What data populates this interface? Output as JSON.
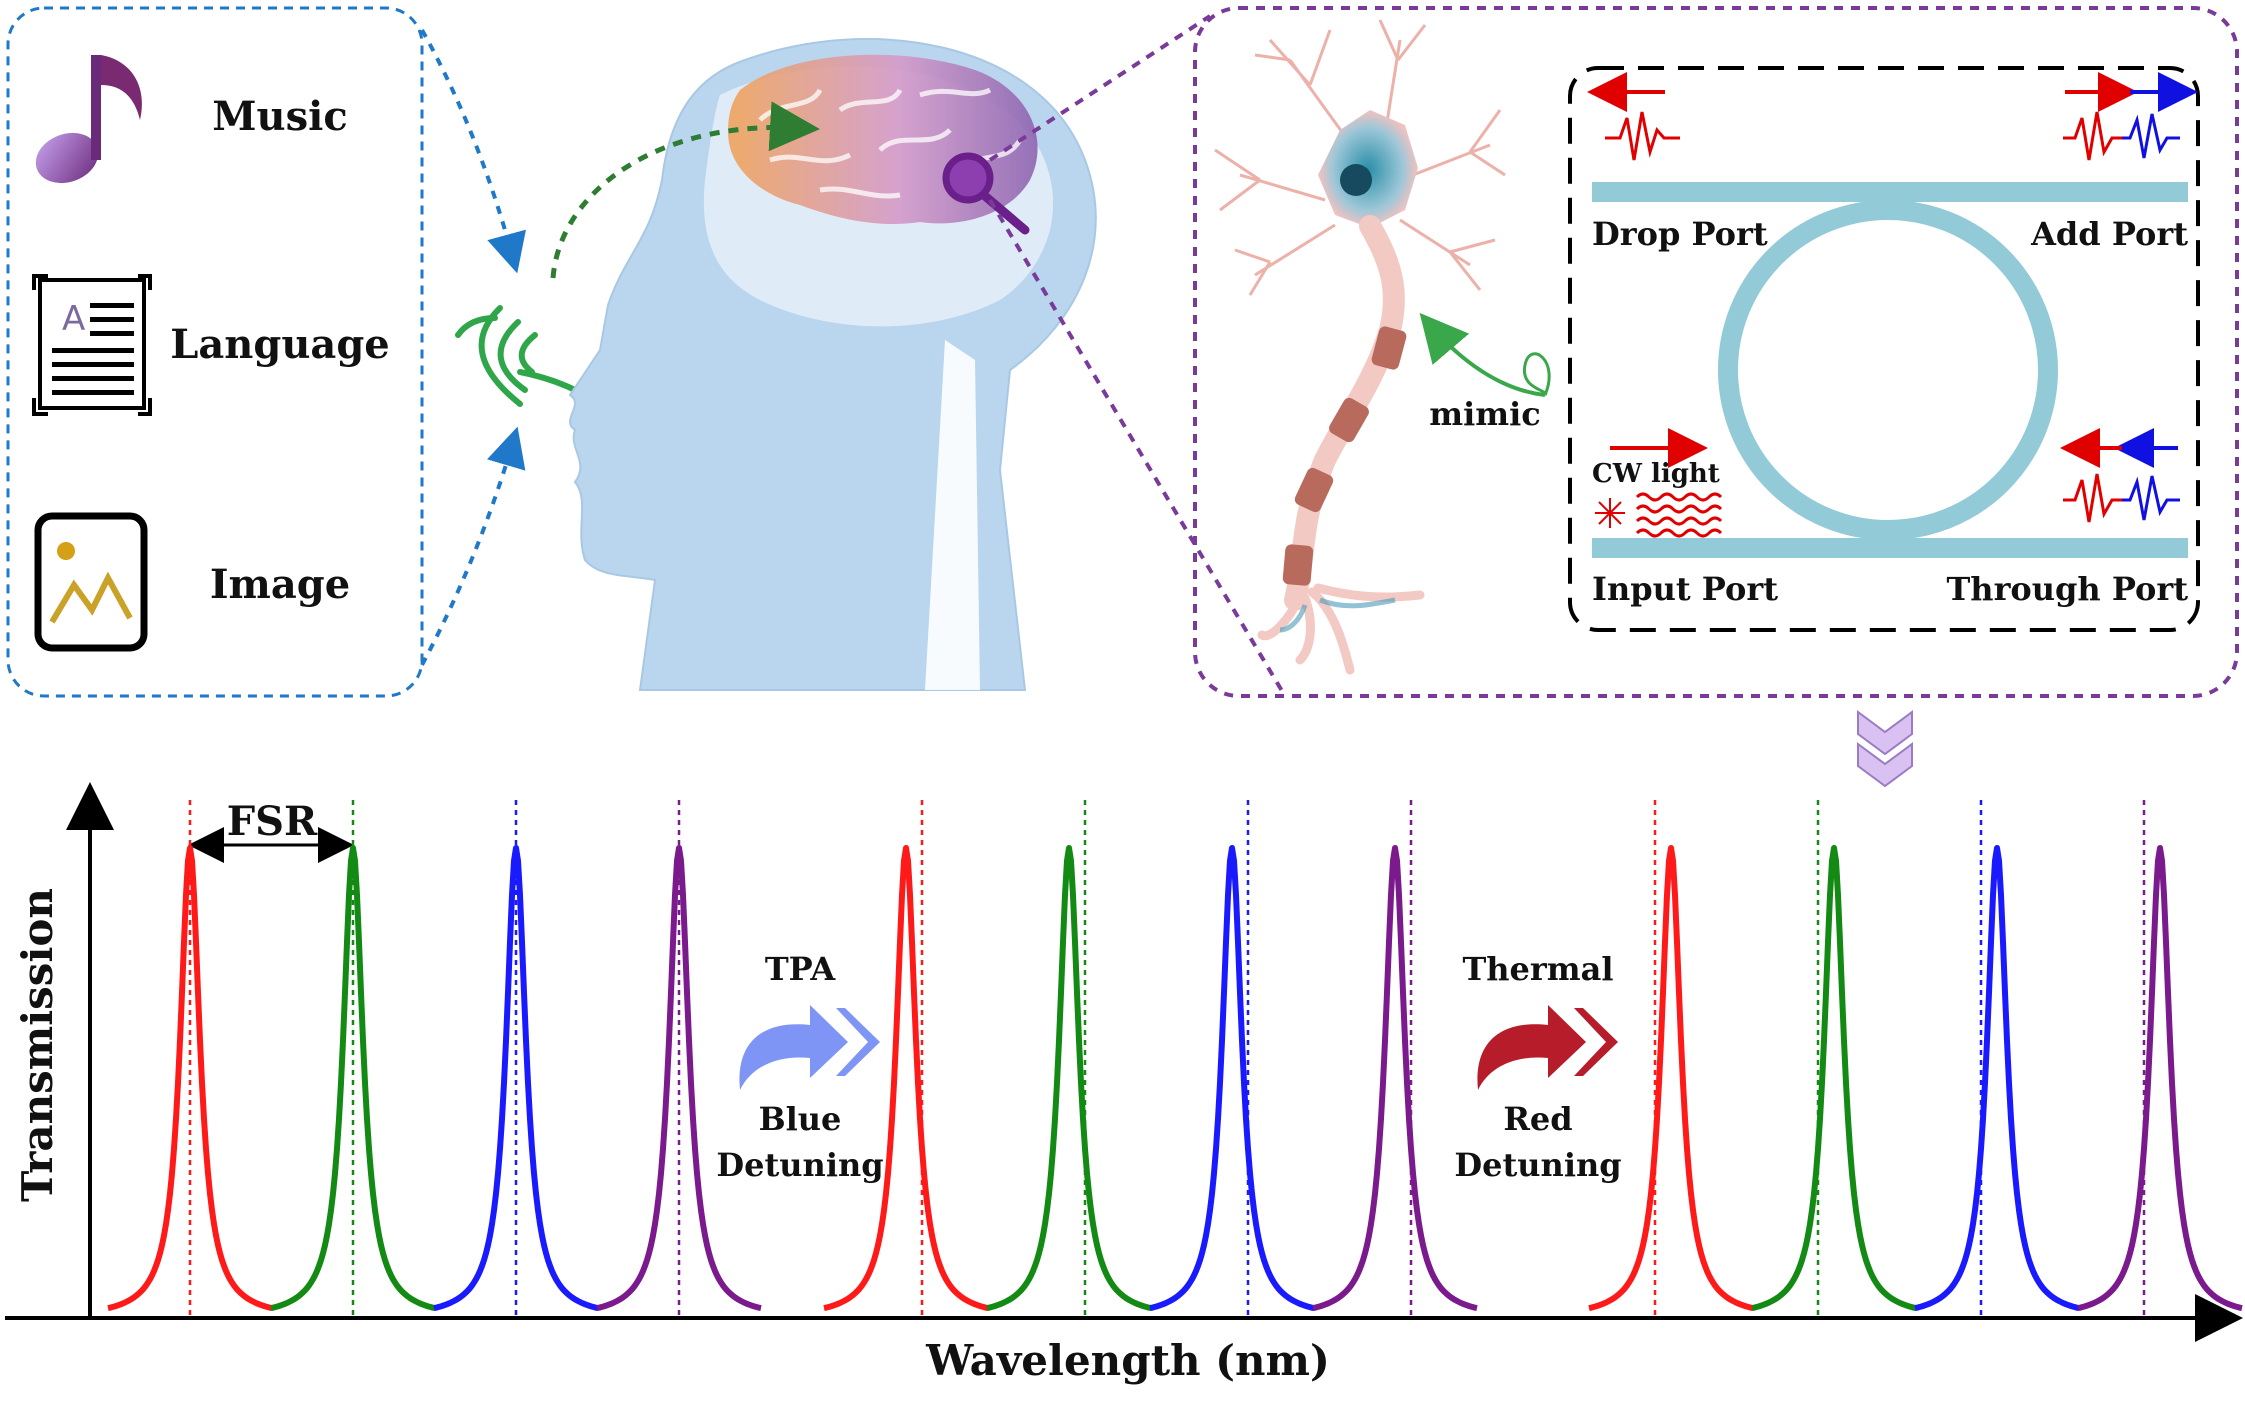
{
  "inputs": {
    "items": [
      {
        "label": "Music",
        "icon": "music-note-icon"
      },
      {
        "label": "Language",
        "icon": "document-icon"
      },
      {
        "label": "Image",
        "icon": "image-icon"
      }
    ]
  },
  "neuron": {
    "mimic_label": "mimic"
  },
  "ring": {
    "drop_port": "Drop Port",
    "add_port": "Add Port",
    "input_port": "Input Port",
    "through_port": "Through Port",
    "cw_light": "CW light"
  },
  "spectrum": {
    "fsr_label": "FSR",
    "ylabel": "Transmission",
    "xlabel": "Wavelength (nm)",
    "effects": [
      {
        "top": "TPA",
        "bottom_line1": "Blue",
        "bottom_line2": "Detuning",
        "color": "#7f95f5"
      },
      {
        "top": "Thermal",
        "bottom_line1": "Red",
        "bottom_line2": "Detuning",
        "color": "#b71c2a"
      }
    ],
    "colors": [
      "#ff1a1a",
      "#138a13",
      "#1a1aff",
      "#7a1a8c"
    ]
  },
  "chart_data": {
    "type": "line",
    "xlabel": "Wavelength (nm)",
    "ylabel": "Transmission",
    "groups": [
      {
        "name": "",
        "peak_offset": 0
      },
      {
        "name": "Blue Detuning",
        "peak_offset": -1
      },
      {
        "name": "Red Detuning",
        "peak_offset": 1
      }
    ],
    "series_count": 4
  }
}
